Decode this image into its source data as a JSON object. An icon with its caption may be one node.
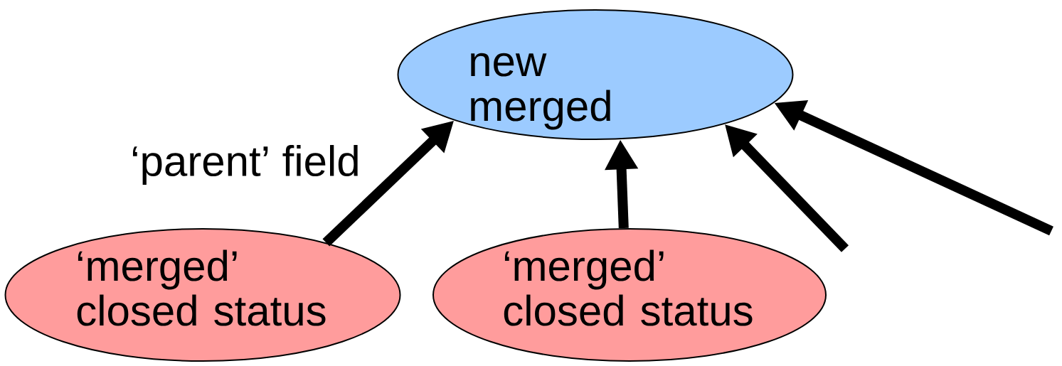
{
  "diagram": {
    "nodes": [
      {
        "text": [
          "new merged"
        ]
      },
      {
        "text": [
          "‘merged’ closed status"
        ]
      },
      {
        "text": [
          "‘merged’ closed status"
        ]
      }
    ],
    "edges": [
      {
        "from": 1,
        "to": 0,
        "arrow": "to",
        "label": "‘parent’ field"
      },
      {
        "from": 2,
        "to": 0,
        "arrow": "to"
      },
      {
        "from": null,
        "to": 0,
        "arrow": "to"
      },
      {
        "from": null,
        "to": 0,
        "arrow": "to"
      }
    ]
  }
}
